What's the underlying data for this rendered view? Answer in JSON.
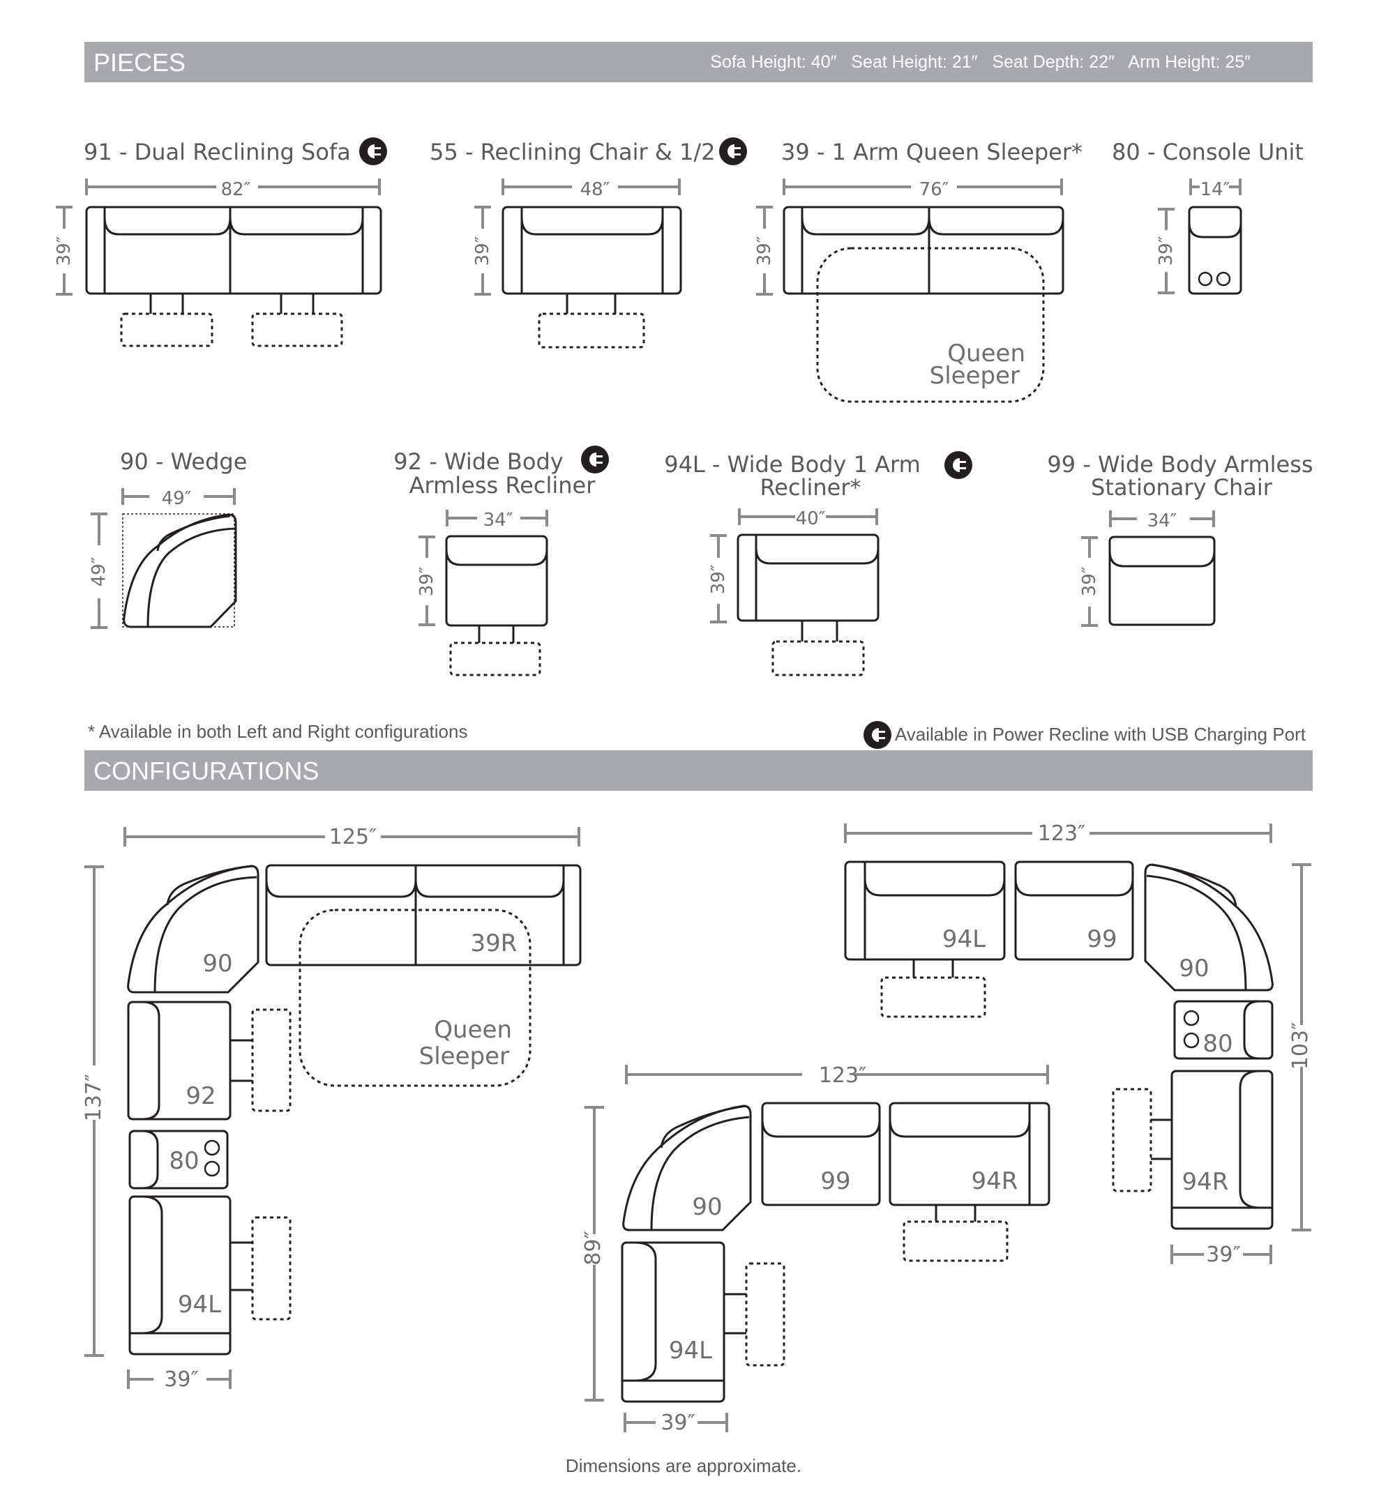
{
  "pieces_header": {
    "title": "PIECES",
    "specs": "Sofa Height: 40″   Seat Height: 21″   Seat Depth: 22″   Arm Height: 25″"
  },
  "pieces": [
    {
      "name": "91 - Dual Reclining Sofa",
      "width": "82″",
      "depth": "39″"
    },
    {
      "name": "55 - Reclining Chair & 1/2",
      "width": "48″",
      "depth": "39″"
    },
    {
      "name": "39 - 1 Arm Queen Sleeper*",
      "width": "76″",
      "depth": "39″",
      "inner_line1": "Queen",
      "inner_line2": "Sleeper"
    },
    {
      "name": "80 - Console Unit",
      "width": "14″",
      "depth": "39″"
    },
    {
      "name": "90 - Wedge",
      "width": "49″",
      "depth": "49″"
    },
    {
      "name_line1": "92 - Wide Body",
      "name_line2": "Armless Recliner",
      "width": "34″",
      "depth": "39″"
    },
    {
      "name_line1": "94L - Wide Body 1 Arm",
      "name_line2": "Recliner*",
      "width": "40″",
      "depth": "39″"
    },
    {
      "name_line1": "99 - Wide Body Armless",
      "name_line2": "Stationary Chair",
      "width": "34″",
      "depth": "39″"
    }
  ],
  "notes": {
    "left": "* Available in both Left and Right configurations",
    "right": "Available in Power Recline with USB Charging Port"
  },
  "config_header": {
    "title": "CONFIGURATIONS"
  },
  "configs": {
    "a": {
      "width": "125″",
      "depth": "137″",
      "bottom": "39″",
      "units": [
        "90",
        "39R",
        "92",
        "80",
        "94L"
      ],
      "sleeper_line1": "Queen",
      "sleeper_line2": "Sleeper"
    },
    "b": {
      "width": "123″",
      "depth": "89″",
      "bottom": "39″",
      "units": [
        "90",
        "99",
        "94R",
        "94L"
      ]
    },
    "c": {
      "width": "123″",
      "depth": "103″",
      "bottom": "39″",
      "units": [
        "94L",
        "99",
        "90",
        "80",
        "94R"
      ]
    }
  },
  "footer": "Dimensions are approximate.",
  "colors": {
    "bar": "#a7a9ac",
    "line": "#231f20",
    "dimension": "#8a8a8a",
    "text": "#6d6e71"
  }
}
